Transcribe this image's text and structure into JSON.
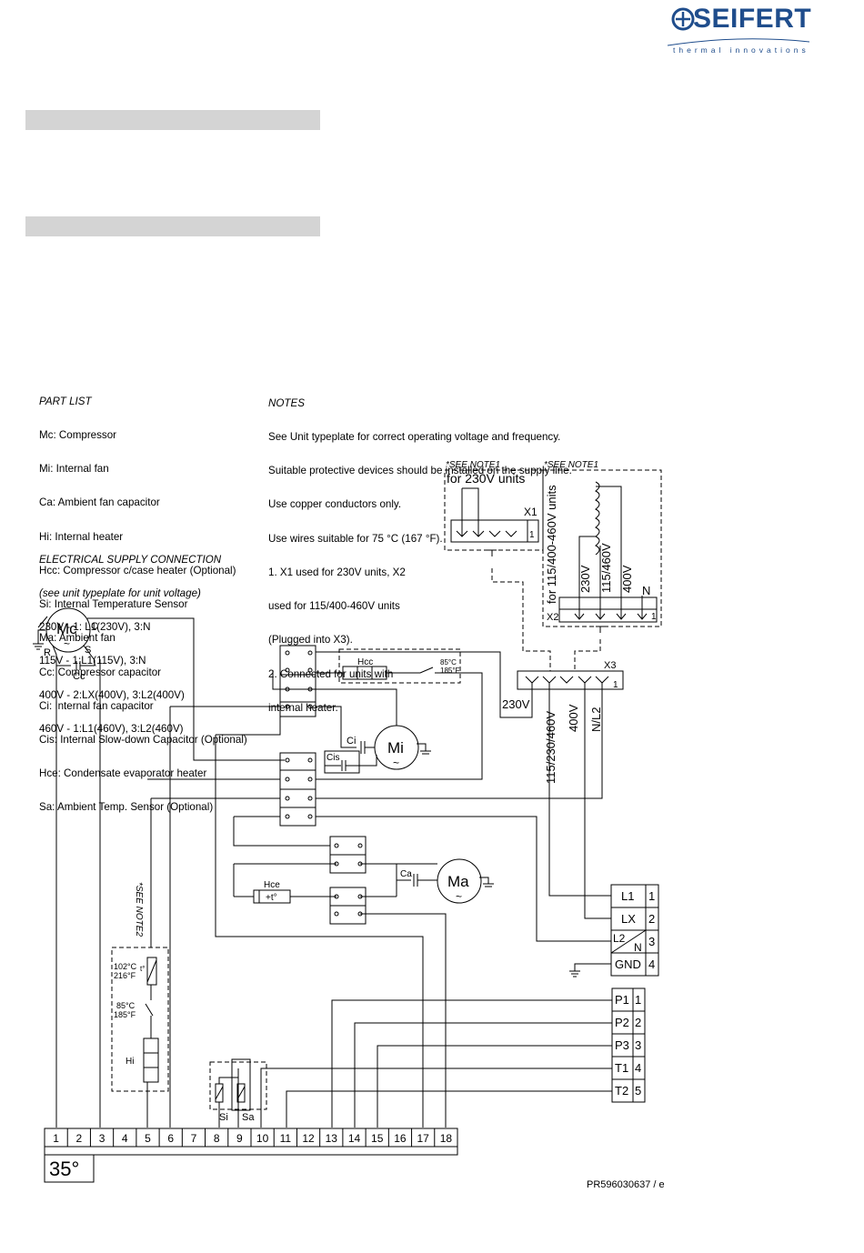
{
  "brand": {
    "name": "SEIFERT",
    "tagline": "thermal innovations",
    "color": "#1f4d8c"
  },
  "part_list": {
    "title": "PART LIST",
    "items": [
      "Mc: Compressor",
      "Mi: Internal fan",
      "Ca: Ambient fan capacitor",
      "Hi: Internal heater",
      "Hcc: Compressor c/case heater (Optional)",
      "Si: Internal Temperature Sensor",
      "Ma: Ambient fan",
      "Cc: Compressor capacitor",
      "Ci: Internal fan capacitor",
      "Cis: Internal Slow-down Capacitor (Optional)",
      "Hce: Condensate evaporator heater",
      "Sa: Ambient Temp. Sensor (Optional)"
    ]
  },
  "supply": {
    "title": "ELECTRICAL SUPPLY CONNECTION",
    "subtitle": "(see unit typeplate for unit voltage)",
    "lines": [
      "230V - 1: L1(230V), 3:N",
      "115V - 1:L1(115V), 3:N",
      "400V - 2:LX(400V), 3:L2(400V)",
      "460V - 1:L1(460V), 3:L2(460V)"
    ]
  },
  "notes": {
    "title": "NOTES",
    "lines": [
      "See Unit typeplate for correct operating voltage and frequency.",
      "Suitable protective devices should be installed on the supply line.",
      "Use copper conductors only.",
      "Use wires suitable for 75 °C (167 °F).",
      "1. X1 used for 230V units, X2",
      "used for 115/400-460V units",
      "(Plugged into X3).",
      "2. Connected for units with",
      "internal heater."
    ]
  },
  "labels": {
    "see_note1": "*SEE NOTE1",
    "see_note2": "*SEE NOTE2",
    "for_230v_units": "for 230V units",
    "for_115_units": "for 115/400-460V units",
    "x1": "X1",
    "x2": "X2",
    "x3": "X3",
    "one": "1",
    "v230": "230V",
    "v115_460": "115/460V",
    "v400": "400V",
    "n": "N",
    "v115_230_460": "115/230/460V",
    "nl2": "N/L2",
    "mc": "Mc",
    "mi": "Mi",
    "ma": "Ma",
    "c": "C",
    "r": "R",
    "s": "S",
    "cc": "Cc",
    "ci": "Ci",
    "cis": "Cis",
    "ca": "Ca",
    "hcc": "Hcc",
    "hce": "Hce",
    "hce_sym": "+t°",
    "hi": "Hi",
    "si": "Si",
    "sa": "Sa",
    "t85c": "85°C",
    "t185f": "185°F",
    "t102c": "102°C",
    "t216f": "216°F",
    "tdeg": "t°",
    "tilde": "~"
  },
  "supply_terminals": [
    {
      "label": "L1",
      "num": "1"
    },
    {
      "label": "LX",
      "num": "2"
    },
    {
      "label": "L2",
      "sub": "N",
      "num": "3"
    },
    {
      "label": "GND",
      "num": "4"
    }
  ],
  "signal_terminals": [
    {
      "label": "P1",
      "num": "1"
    },
    {
      "label": "P2",
      "num": "2"
    },
    {
      "label": "P3",
      "num": "3"
    },
    {
      "label": "T1",
      "num": "4"
    },
    {
      "label": "T2",
      "num": "5"
    }
  ],
  "controller_terminals": [
    "1",
    "2",
    "3",
    "4",
    "5",
    "6",
    "7",
    "8",
    "9",
    "10",
    "11",
    "12",
    "13",
    "14",
    "15",
    "16",
    "17",
    "18"
  ],
  "display_temp": "35°",
  "doc_code": "PR596030637 / e"
}
